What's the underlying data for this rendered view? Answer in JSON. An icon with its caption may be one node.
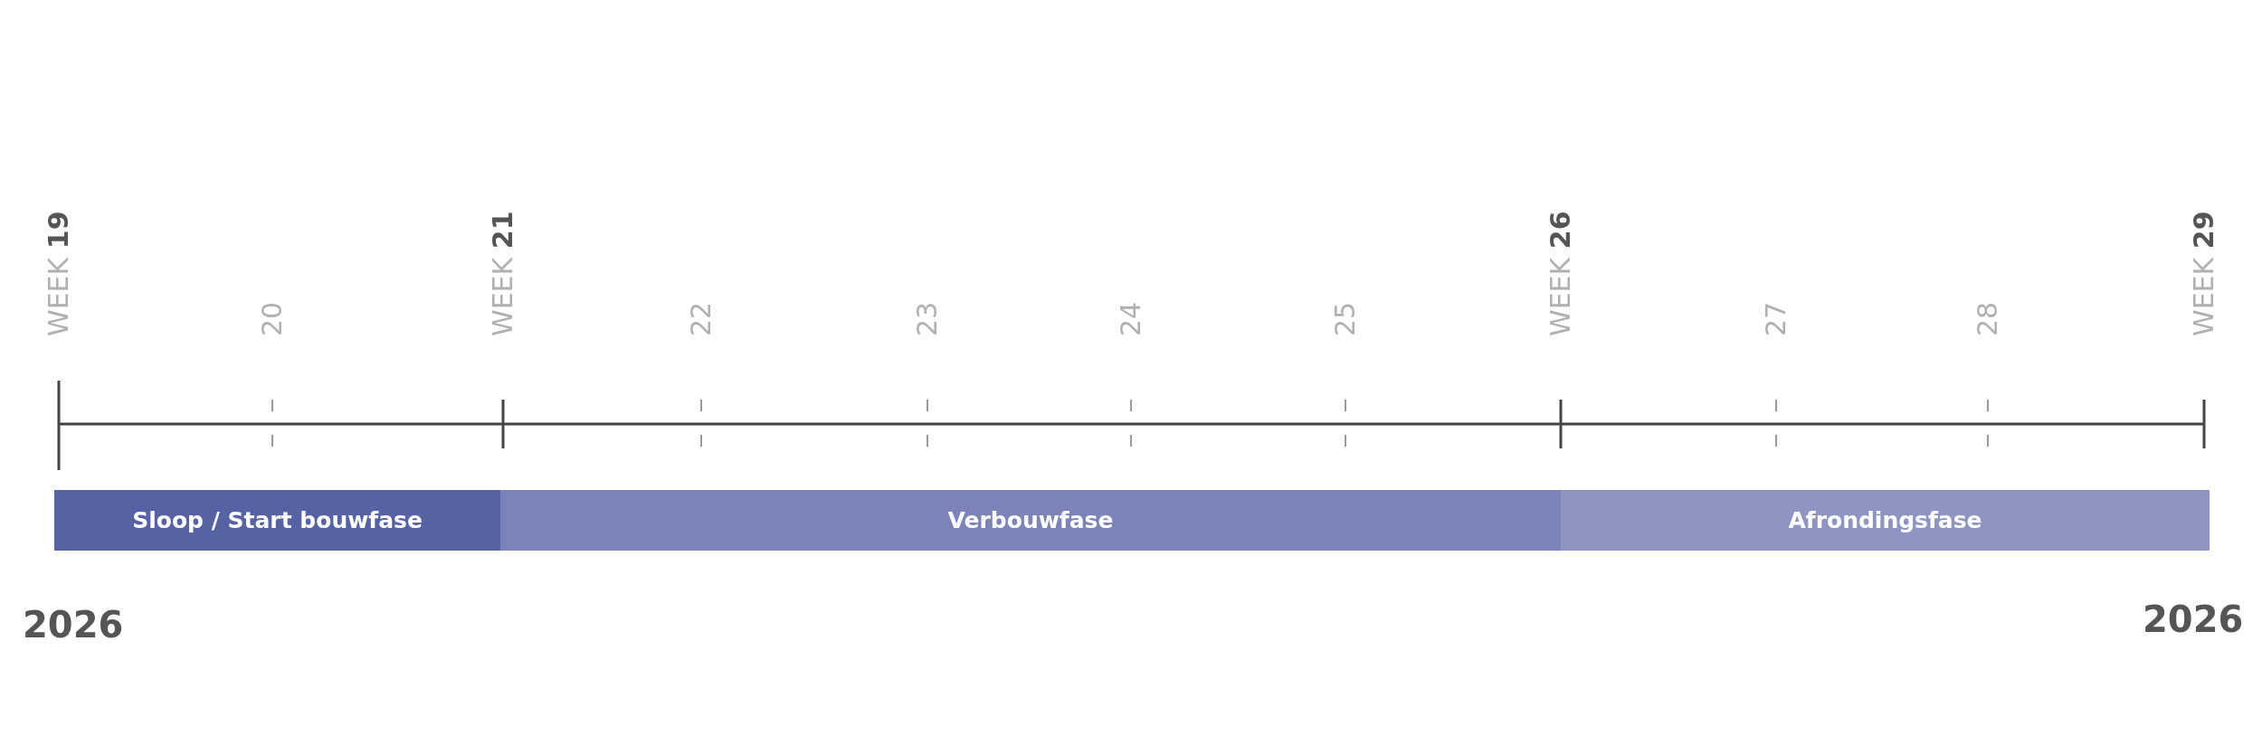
{
  "diagram": {
    "nodes": [
      {
        "text": [
          "Sloop / Start bouwfase"
        ]
      },
      {
        "text": [
          "Verbouwfase"
        ]
      },
      {
        "text": [
          "Afrondingsfase"
        ]
      }
    ],
    "labels": [
      "WEEK 19",
      "20",
      "WEEK 21",
      "22",
      "23",
      "24",
      "25",
      "WEEK 26",
      "27",
      "28",
      "WEEK 29",
      "2026",
      "2026"
    ]
  }
}
